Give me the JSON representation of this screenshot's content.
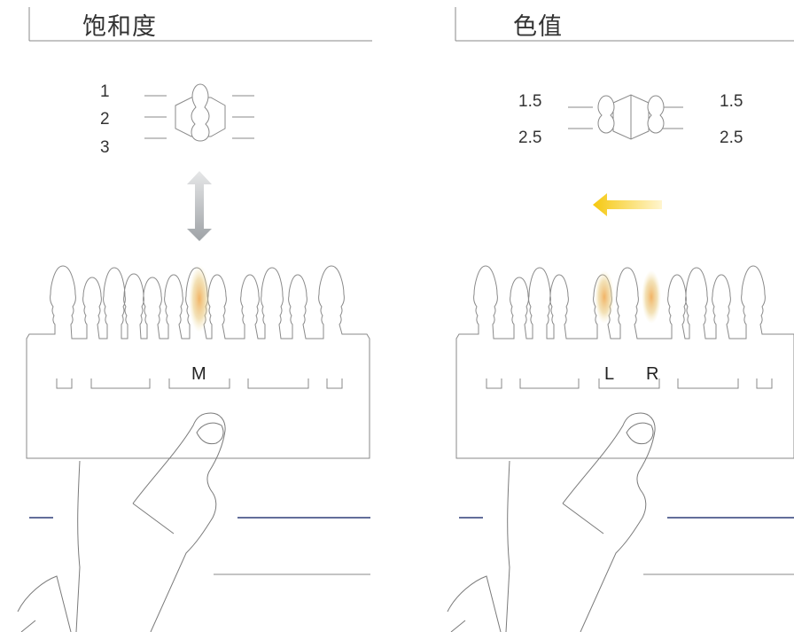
{
  "left_panel": {
    "title": "饱和度",
    "levels": [
      "1",
      "2",
      "3"
    ],
    "segment_label": "M"
  },
  "right_panel": {
    "title": "色值",
    "left_levels": [
      "1.5",
      "2.5"
    ],
    "right_levels": [
      "1.5",
      "2.5"
    ],
    "segment_labels": [
      "L",
      "R"
    ]
  },
  "colors": {
    "line": "#8a8a8a",
    "accent_blue": "#2e3f78",
    "arrow_gray": "#b9bcc0",
    "arrow_yellow": "#f5cc17",
    "highlight": "#e8b26a"
  }
}
